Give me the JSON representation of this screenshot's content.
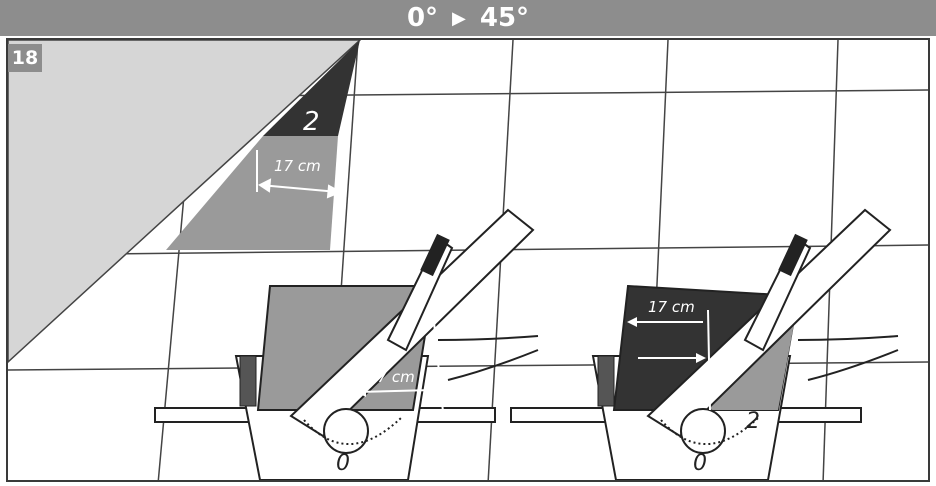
{
  "header": {
    "from": "0°",
    "arrow": "▶",
    "to": "45°"
  },
  "step": {
    "number": "18"
  },
  "wall": {
    "cut_tile_number": "2",
    "cut_measure": "17 cm"
  },
  "left_cutter": {
    "measure": "17 cm",
    "scale_zero": "0"
  },
  "right_cutter": {
    "measure": "17 cm",
    "tile_number": "2",
    "scale_zero": "0"
  },
  "colors": {
    "header_bg": "#8d8d8d",
    "wall_light": "#d6d6d6",
    "tile_mid": "#9a9a9a",
    "tile_dark": "#333333"
  }
}
